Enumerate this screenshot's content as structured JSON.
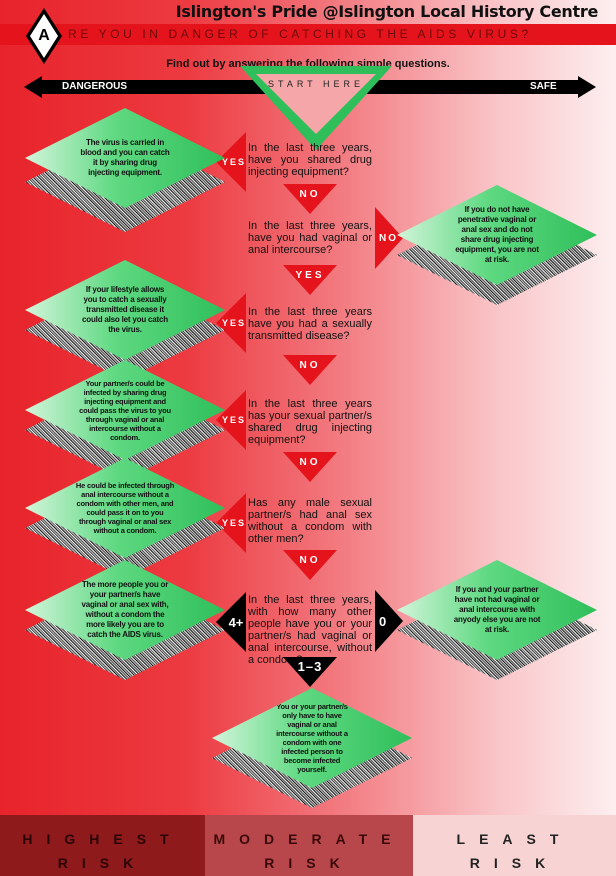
{
  "credit": "Islington's Pride @Islington Local History Centre",
  "logo_letter": "A",
  "title": "RE YOU IN DANGER OF CATCHING THE AIDS VIRUS?",
  "subtitle": "Find out by answering the following simple questions.",
  "axis": {
    "left": "DANGEROUS",
    "right": "SAFE"
  },
  "start": "START HERE",
  "questions": [
    "In the last three years, have you shared drug injecting equipment?",
    "In the last three years, have you had vaginal or anal intercourse?",
    "In the last three years have you had a sexually transmitted disease?",
    "In the last three years has your sexual partner/s shared drug injecting equipment?",
    "Has any male sexual partner/s had anal sex without a condom with other men?",
    "In the last three years, with how many other people have you or your partner/s had vaginal or anal intercourse, without a condom?"
  ],
  "answers": {
    "yes": "YES",
    "no": "NO",
    "four_plus": "4+",
    "zero": "0",
    "one_three": "1–3"
  },
  "left_boxes": [
    "The virus is carried in blood and you can catch it by sharing drug injecting equipment.",
    "If your lifestyle allows you to catch a sexually transmitted disease it could also let you catch the virus.",
    "Your partner/s could be infected by sharing drug injecting equipment and could pass the virus to you through vaginal or anal intercourse without a condom.",
    "He could be infected through anal intercourse without a condom with other men, and could pass it on to you through vaginal or anal sex without a condom.",
    "The more people you or your partner/s have vaginal or anal sex with, without a condom the more likely you are to catch the AIDS virus."
  ],
  "right_boxes": [
    "If you do not have penetrative vaginal or anal sex and do not share drug injecting equipment, you are not at risk.",
    "If you and your partner have not had vaginal or anal intercourse with anyody else you are not at risk."
  ],
  "bottom_box": "You or your partner/s only have to have vaginal or anal intercourse without a condom with one infected person to become infected yourself.",
  "risk": [
    "HIGHEST RISK",
    "MODERATE RISK",
    "LEAST RISK"
  ]
}
